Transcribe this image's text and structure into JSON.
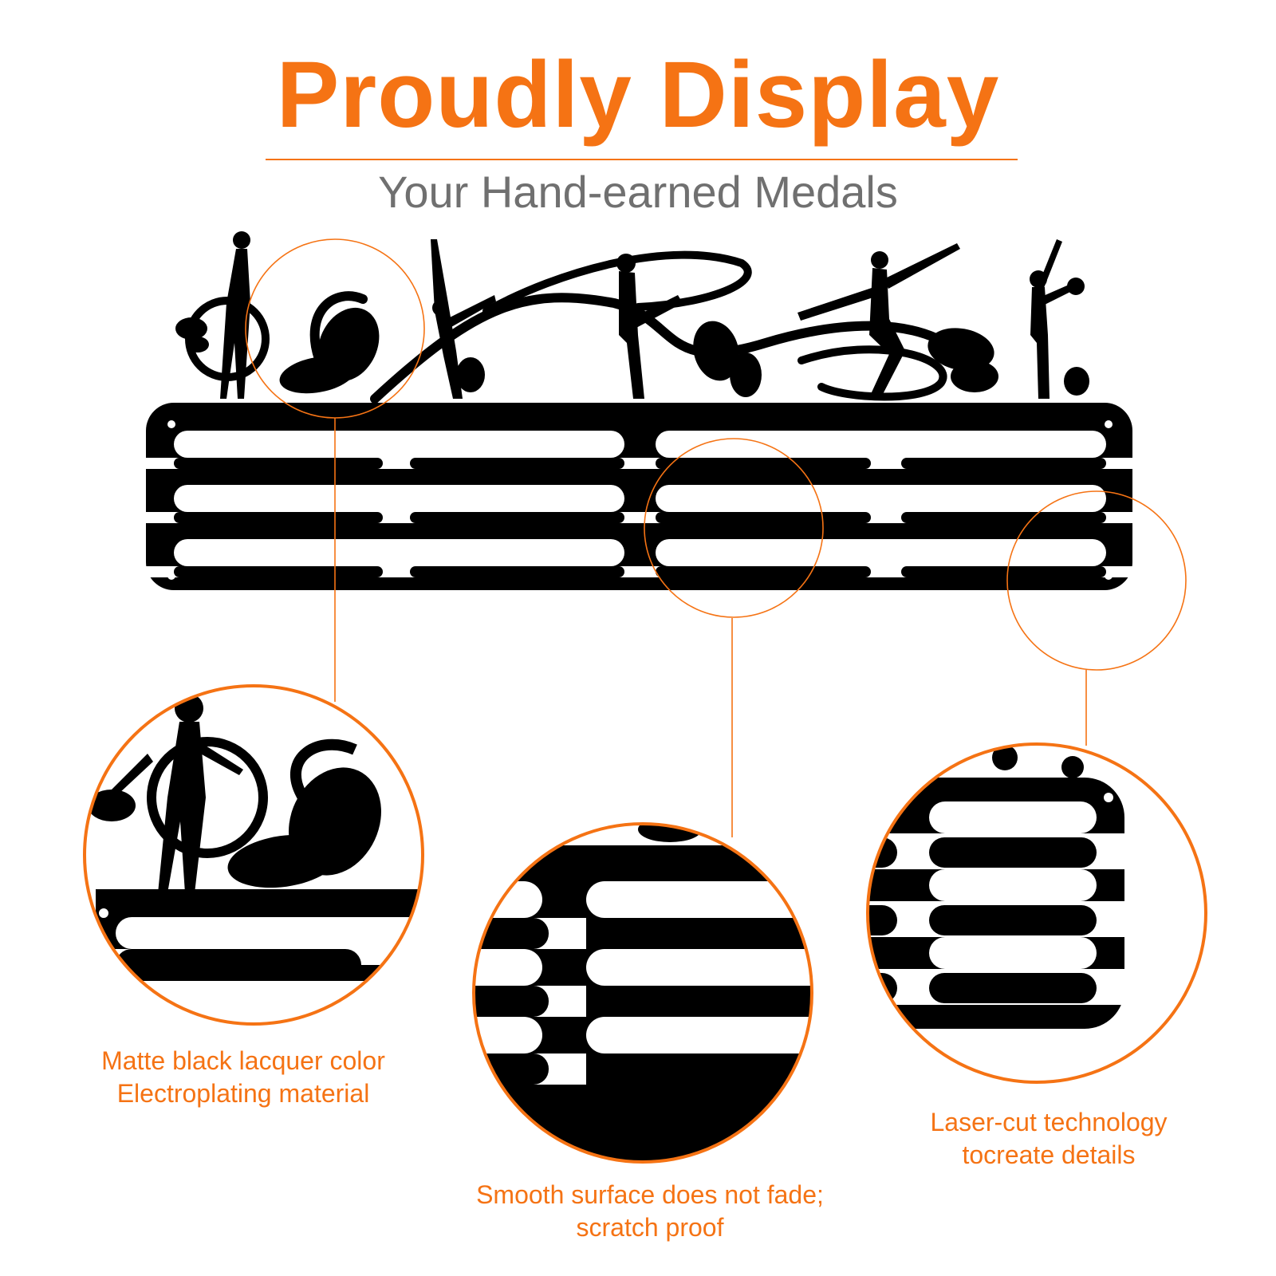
{
  "theme": {
    "accent": "#f57314",
    "subtitle_color": "#707070",
    "ink": "#000000"
  },
  "header": {
    "title": "Proudly Display",
    "subtitle": "Your Hand-earned Medals"
  },
  "features": [
    {
      "line1": "Matte black lacquer color",
      "line2": "Electroplating material",
      "icon": "gymnast-hoop-detail"
    },
    {
      "line1": "Smooth surface does not fade;",
      "line2": "scratch proof",
      "icon": "bars-surface-detail"
    },
    {
      "line1": "Laser-cut technology",
      "line2": "tocreate details",
      "icon": "laser-cut-edge-detail"
    }
  ]
}
